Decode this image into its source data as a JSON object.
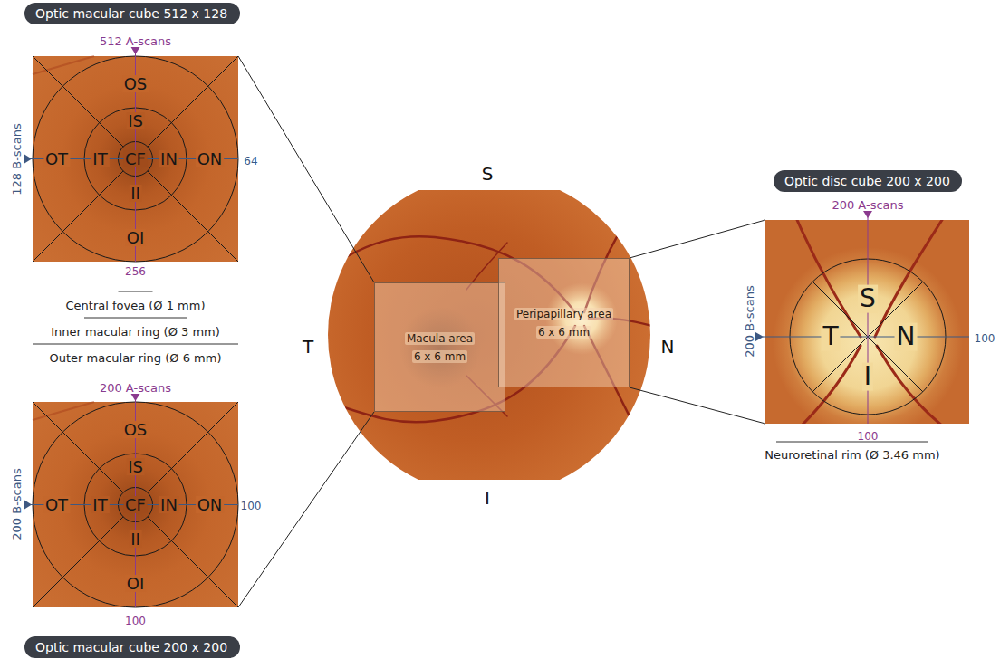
{
  "diagram": {
    "nodes": [
      {
        "text": [
          "Optic macular cube 512 x 128"
        ]
      },
      {
        "text": [
          "OS",
          "IS",
          "OT",
          "IT",
          "CF",
          "IN",
          "ON",
          "II",
          "OI"
        ]
      },
      {
        "text": [
          "OS",
          "IS",
          "OT",
          "IT",
          "CF",
          "IN",
          "ON",
          "II",
          "OI"
        ]
      },
      {
        "text": [
          "Optic macular cube 200 x 200"
        ]
      },
      {
        "text": [
          "Macula area",
          "6 x 6 mm"
        ]
      },
      {
        "text": [
          "Peripapillary area",
          "6 x 6 mm"
        ]
      },
      {
        "text": [
          "Optic disc cube 200 x 200"
        ]
      },
      {
        "text": [
          "S",
          "T",
          "N",
          "I"
        ]
      }
    ],
    "edges": [
      {
        "from": 4,
        "to": 1,
        "arrow": "none"
      },
      {
        "from": 4,
        "to": 2,
        "arrow": "none"
      },
      {
        "from": 5,
        "to": 7,
        "arrow": "none"
      },
      {
        "from": 5,
        "to": 7,
        "arrow": "none"
      }
    ],
    "labels": [
      "512 A-scans",
      "128 B-scans",
      "64",
      "256",
      "Central fovea (Ø 1 mm)",
      "Inner macular ring (Ø 3 mm)",
      "Outer macular ring (Ø 6 mm)",
      "200 A-scans",
      "200 B-scans",
      "100",
      "100",
      "S",
      "T",
      "N",
      "I",
      "200 A-scans",
      "200 B-scans",
      "100",
      "100",
      "Neuroretinal rim (Ø 3.46 mm)"
    ]
  }
}
